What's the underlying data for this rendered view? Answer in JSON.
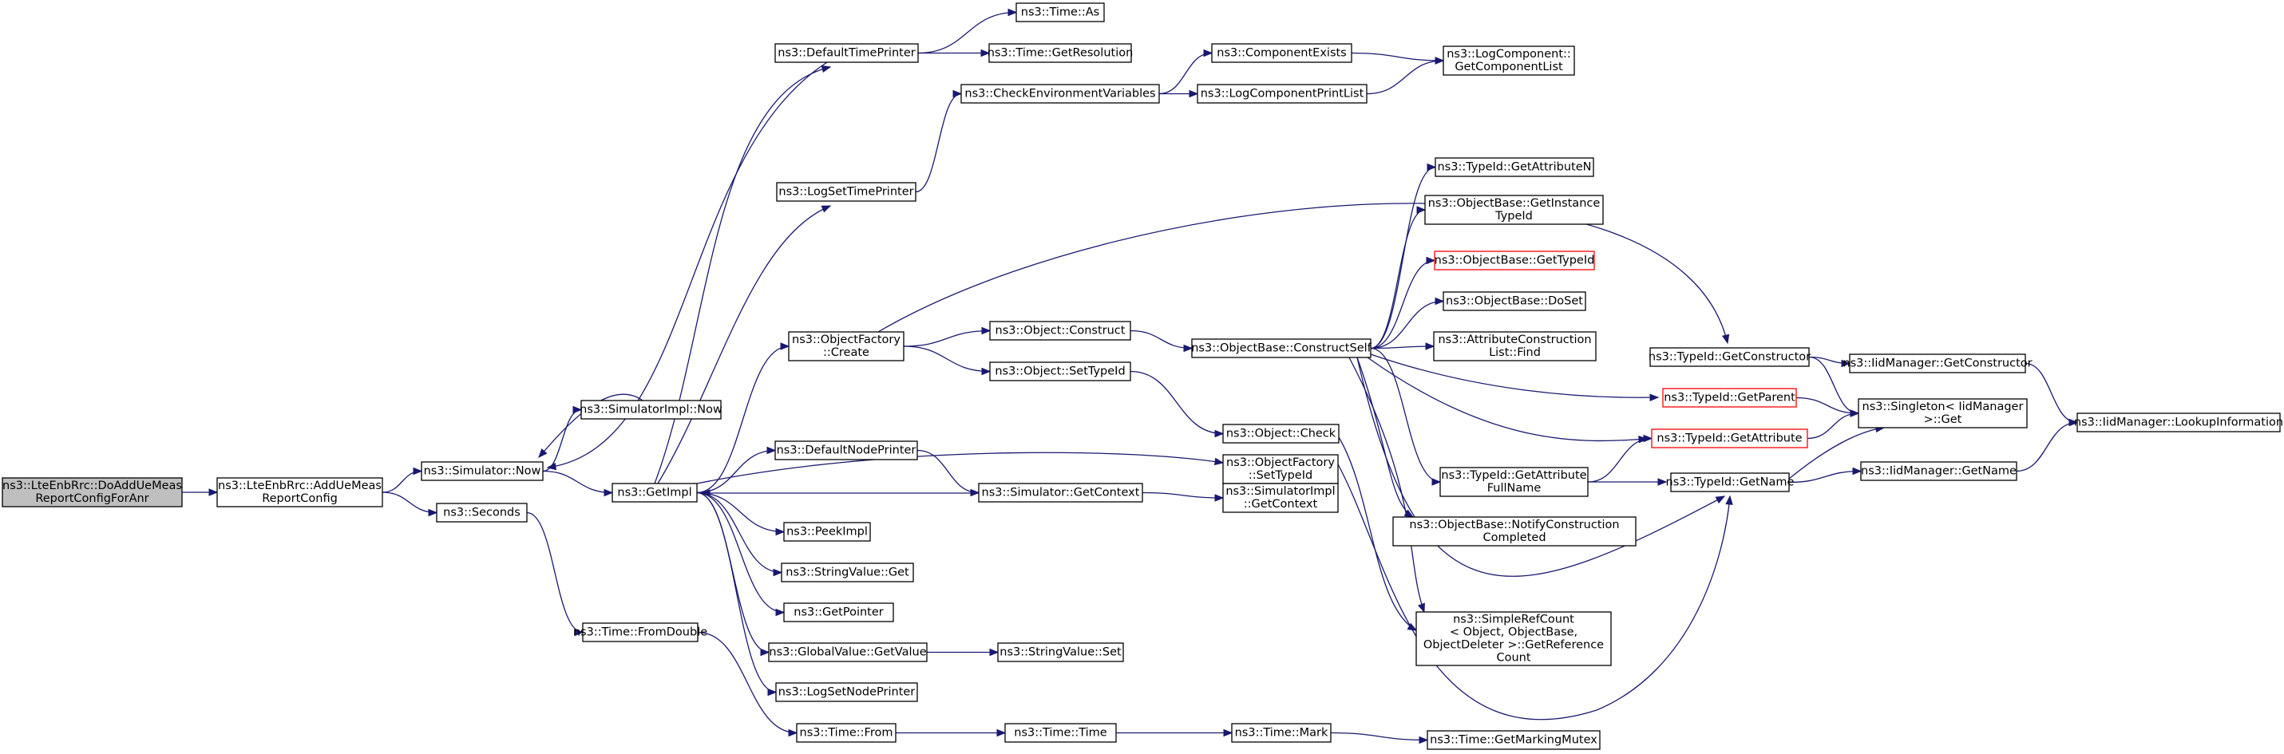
{
  "colors": {
    "edge": "#191970",
    "node_border": "#000000",
    "root_fill": "#bfbfbf",
    "highlight_border": "#ff0000"
  },
  "nodes": [
    {
      "id": "n0",
      "lines": [
        "ns3::LteEnbRrc::DoAddUeMeas",
        "ReportConfigForAnr"
      ],
      "style": "root"
    },
    {
      "id": "n1",
      "lines": [
        "ns3::LteEnbRrc::AddUeMeas",
        "ReportConfig"
      ]
    },
    {
      "id": "n2",
      "lines": [
        "ns3::Simulator::Now"
      ]
    },
    {
      "id": "n3",
      "lines": [
        "ns3::Seconds"
      ]
    },
    {
      "id": "n4",
      "lines": [
        "ns3::SimulatorImpl::Now"
      ]
    },
    {
      "id": "n5",
      "lines": [
        "ns3::GetImpl"
      ]
    },
    {
      "id": "n6",
      "lines": [
        "ns3::Time::FromDouble"
      ]
    },
    {
      "id": "n7",
      "lines": [
        "ns3::DefaultTimePrinter"
      ]
    },
    {
      "id": "n8",
      "lines": [
        "ns3::LogSetTimePrinter"
      ]
    },
    {
      "id": "n9",
      "lines": [
        "ns3::ObjectFactory",
        "::Create"
      ]
    },
    {
      "id": "n10",
      "lines": [
        "ns3::DefaultNodePrinter"
      ]
    },
    {
      "id": "n11",
      "lines": [
        "ns3::PeekImpl"
      ]
    },
    {
      "id": "n12",
      "lines": [
        "ns3::StringValue::Get"
      ]
    },
    {
      "id": "n13",
      "lines": [
        "ns3::GetPointer"
      ]
    },
    {
      "id": "n14",
      "lines": [
        "ns3::GlobalValue::GetValue"
      ]
    },
    {
      "id": "n15",
      "lines": [
        "ns3::LogSetNodePrinter"
      ]
    },
    {
      "id": "n16",
      "lines": [
        "ns3::Time::From"
      ]
    },
    {
      "id": "n17",
      "lines": [
        "ns3::Time::As"
      ]
    },
    {
      "id": "n18",
      "lines": [
        "ns3::Time::GetResolution"
      ]
    },
    {
      "id": "n19",
      "lines": [
        "ns3::CheckEnvironmentVariables"
      ]
    },
    {
      "id": "n20",
      "lines": [
        "ns3::Object::Construct"
      ]
    },
    {
      "id": "n21",
      "lines": [
        "ns3::Object::SetTypeId"
      ]
    },
    {
      "id": "n22",
      "lines": [
        "ns3::Simulator::GetContext"
      ]
    },
    {
      "id": "n23",
      "lines": [
        "ns3::StringValue::Set"
      ]
    },
    {
      "id": "n24",
      "lines": [
        "ns3::Time::Time"
      ]
    },
    {
      "id": "n25",
      "lines": [
        "ns3::ComponentExists"
      ]
    },
    {
      "id": "n26",
      "lines": [
        "ns3::LogComponentPrintList"
      ]
    },
    {
      "id": "n27",
      "lines": [
        "ns3::ObjectBase::ConstructSelf"
      ]
    },
    {
      "id": "n28",
      "lines": [
        "ns3::Object::Check"
      ]
    },
    {
      "id": "n29",
      "lines": [
        "ns3::ObjectFactory",
        "::SetTypeId"
      ]
    },
    {
      "id": "n30",
      "lines": [
        "ns3::SimulatorImpl",
        "::GetContext"
      ]
    },
    {
      "id": "n31",
      "lines": [
        "ns3::Time::Mark"
      ]
    },
    {
      "id": "n32",
      "lines": [
        "ns3::LogComponent::",
        "GetComponentList"
      ]
    },
    {
      "id": "n33",
      "lines": [
        "ns3::TypeId::GetAttributeN"
      ]
    },
    {
      "id": "n34",
      "lines": [
        "ns3::ObjectBase::GetInstance",
        "TypeId"
      ]
    },
    {
      "id": "n35",
      "lines": [
        "ns3::ObjectBase::GetTypeId"
      ],
      "style": "red"
    },
    {
      "id": "n36",
      "lines": [
        "ns3::ObjectBase::DoSet"
      ]
    },
    {
      "id": "n37",
      "lines": [
        "ns3::AttributeConstruction",
        "List::Find"
      ]
    },
    {
      "id": "n38",
      "lines": [
        "ns3::TypeId::GetAttribute",
        "FullName"
      ]
    },
    {
      "id": "n39",
      "lines": [
        "ns3::ObjectBase::NotifyConstruction",
        "Completed"
      ]
    },
    {
      "id": "n40",
      "lines": [
        "ns3::SimpleRefCount",
        "< Object, ObjectBase,",
        " ObjectDeleter >::GetReference",
        "Count"
      ]
    },
    {
      "id": "n41",
      "lines": [
        "ns3::Time::GetMarkingMutex"
      ]
    },
    {
      "id": "n42",
      "lines": [
        "ns3::TypeId::GetConstructor"
      ]
    },
    {
      "id": "n43",
      "lines": [
        "ns3::TypeId::GetParent"
      ],
      "style": "red"
    },
    {
      "id": "n44",
      "lines": [
        "ns3::TypeId::GetAttribute"
      ],
      "style": "red"
    },
    {
      "id": "n45",
      "lines": [
        "ns3::TypeId::GetName"
      ]
    },
    {
      "id": "n46",
      "lines": [
        "ns3::IidManager::GetConstructor"
      ]
    },
    {
      "id": "n47",
      "lines": [
        "ns3::Singleton< IidManager",
        " >::Get"
      ]
    },
    {
      "id": "n48",
      "lines": [
        "ns3::IidManager::GetName"
      ]
    },
    {
      "id": "n49",
      "lines": [
        "ns3::IidManager::LookupInformation"
      ]
    }
  ],
  "edges": [
    [
      "n0",
      "n1"
    ],
    [
      "n1",
      "n2"
    ],
    [
      "n1",
      "n3"
    ],
    [
      "n2",
      "n4"
    ],
    [
      "n2",
      "n5"
    ],
    [
      "n3",
      "n6"
    ],
    [
      "n5",
      "n7"
    ],
    [
      "n5",
      "n8"
    ],
    [
      "n5",
      "n9"
    ],
    [
      "n5",
      "n10"
    ],
    [
      "n5",
      "n11"
    ],
    [
      "n5",
      "n12"
    ],
    [
      "n5",
      "n13"
    ],
    [
      "n5",
      "n14"
    ],
    [
      "n5",
      "n15"
    ],
    [
      "n5",
      "n29"
    ],
    [
      "n6",
      "n16"
    ],
    [
      "n7",
      "n17"
    ],
    [
      "n7",
      "n18"
    ],
    [
      "n8",
      "n19"
    ],
    [
      "n9",
      "n20"
    ],
    [
      "n9",
      "n21"
    ],
    [
      "n9",
      "n42"
    ],
    [
      "n10",
      "n22"
    ],
    [
      "n14",
      "n23"
    ],
    [
      "n16",
      "n24"
    ],
    [
      "n19",
      "n25"
    ],
    [
      "n19",
      "n26"
    ],
    [
      "n20",
      "n27"
    ],
    [
      "n21",
      "n28"
    ],
    [
      "n22",
      "n30"
    ],
    [
      "n24",
      "n31"
    ],
    [
      "n25",
      "n32"
    ],
    [
      "n26",
      "n32"
    ],
    [
      "n27",
      "n33"
    ],
    [
      "n27",
      "n34"
    ],
    [
      "n27",
      "n35"
    ],
    [
      "n27",
      "n36"
    ],
    [
      "n27",
      "n37"
    ],
    [
      "n27",
      "n38"
    ],
    [
      "n27",
      "n39"
    ],
    [
      "n27",
      "n40"
    ],
    [
      "n27",
      "n43"
    ],
    [
      "n27",
      "n44"
    ],
    [
      "n27",
      "n45"
    ],
    [
      "n28",
      "n40"
    ],
    [
      "n29",
      "n45"
    ],
    [
      "n31",
      "n41"
    ],
    [
      "n38",
      "n44"
    ],
    [
      "n38",
      "n45"
    ],
    [
      "n42",
      "n46"
    ],
    [
      "n42",
      "n47"
    ],
    [
      "n43",
      "n47"
    ],
    [
      "n44",
      "n47"
    ],
    [
      "n45",
      "n47"
    ],
    [
      "n45",
      "n48"
    ],
    [
      "n46",
      "n49"
    ],
    [
      "n48",
      "n49"
    ],
    [
      "n4",
      "n2"
    ],
    [
      "n22",
      "n5"
    ],
    [
      "n7",
      "n2"
    ]
  ]
}
